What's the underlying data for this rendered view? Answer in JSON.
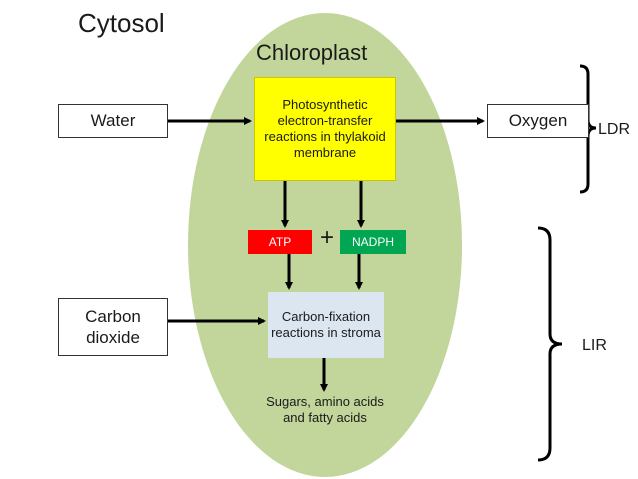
{
  "labels": {
    "cytosol": "Cytosol",
    "chloroplast": "Chloroplast"
  },
  "inputs": {
    "water": "Water",
    "carbon_dioxide": "Carbon dioxide"
  },
  "outputs": {
    "oxygen": "Oxygen",
    "products": "Sugars, amino acids and fatty acids"
  },
  "processes": {
    "light": "Photosynthetic electron-transfer reactions in thylakoid membrane",
    "fixation": "Carbon-fixation reactions in stroma"
  },
  "carriers": {
    "atp": "ATP",
    "plus": "+",
    "nadph": "NADPH"
  },
  "brackets": {
    "ldr": "LDR",
    "lir": "LIR"
  },
  "colors": {
    "chloroplast_fill": "#c2d69b",
    "light_reaction_box": "#ffff00",
    "atp_box": "#ff0000",
    "nadph_box": "#00a651",
    "fixation_box": "#dce6f1"
  }
}
